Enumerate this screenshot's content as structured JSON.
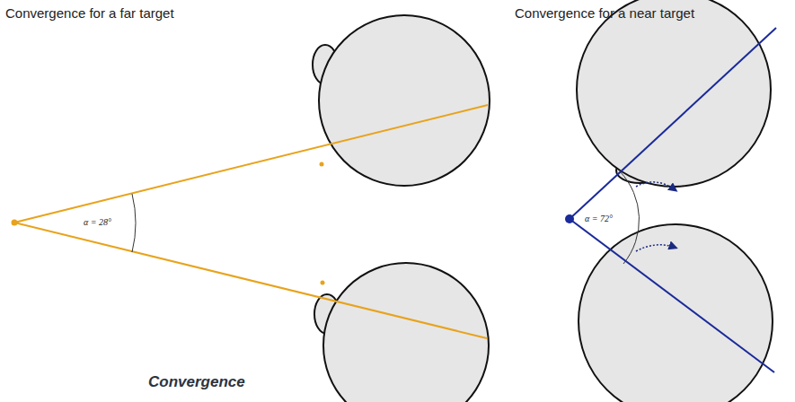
{
  "diagram": {
    "caption": "Convergence",
    "labels": [
      "Convergence for a far target",
      "Convergence for a near target",
      "α = 28°",
      "α = 72°"
    ]
  }
}
